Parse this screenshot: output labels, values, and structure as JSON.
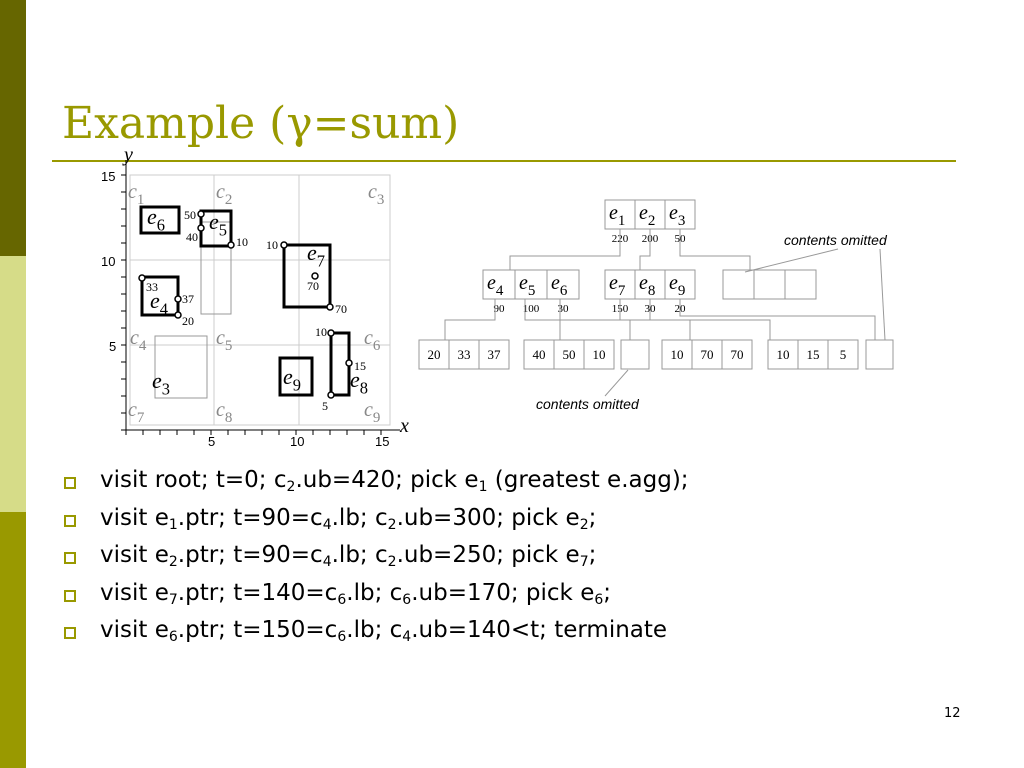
{
  "slide": {
    "title": "Example (γ=sum)",
    "page_number": "12",
    "colors": {
      "accent": "#999900",
      "band_dark": "#666600",
      "band_light": "#D6DC88",
      "grid": "#cccccc",
      "cell_label": "#888888"
    }
  },
  "grid_plot": {
    "axis_x": "x",
    "axis_y": "y",
    "x_ticks": [
      "5",
      "10",
      "15"
    ],
    "y_ticks": [
      "15",
      "10",
      "5"
    ],
    "cells": [
      "c1",
      "c2",
      "c3",
      "c4",
      "c5",
      "c6",
      "c7",
      "c8",
      "c9"
    ],
    "entries": [
      {
        "label": "e6",
        "points": [
          "50"
        ]
      },
      {
        "label": "e5",
        "points": [
          "40",
          "10"
        ]
      },
      {
        "label": "e7",
        "points": [
          "10",
          "70",
          "70"
        ]
      },
      {
        "label": "e4",
        "points": [
          "33",
          "37",
          "20"
        ]
      },
      {
        "label": "e3",
        "points": []
      },
      {
        "label": "e9",
        "points": []
      },
      {
        "label": "e8",
        "points": [
          "10",
          "15",
          "5"
        ]
      }
    ]
  },
  "tree": {
    "root": {
      "entries": [
        "e1",
        "e2",
        "e3"
      ],
      "aggs": [
        "220",
        "200",
        "50"
      ]
    },
    "level1": [
      {
        "entries": [
          "e4",
          "e5",
          "e6"
        ],
        "aggs": [
          "90",
          "100",
          "30"
        ]
      },
      {
        "entries": [
          "e7",
          "e8",
          "e9"
        ],
        "aggs": [
          "150",
          "30",
          "20"
        ]
      }
    ],
    "leaves": [
      [
        "20",
        "33",
        "37"
      ],
      [
        "40",
        "50",
        "10"
      ],
      [
        "10",
        "70",
        "70"
      ],
      [
        "10",
        "15",
        "5"
      ]
    ],
    "omitted_label_top": "contents omitted",
    "omitted_label_bottom": "contents omitted"
  },
  "bullets": [
    [
      {
        "t": "visit root; t=0; c"
      },
      {
        "s": "2"
      },
      {
        "t": ".ub=420; pick e"
      },
      {
        "s": "1"
      },
      {
        "t": " (greatest e.agg);"
      }
    ],
    [
      {
        "t": "visit e"
      },
      {
        "s": "1"
      },
      {
        "t": ".ptr; t=90=c"
      },
      {
        "s": "4"
      },
      {
        "t": ".lb; c"
      },
      {
        "s": "2"
      },
      {
        "t": ".ub=300; pick e"
      },
      {
        "s": "2"
      },
      {
        "t": ";"
      }
    ],
    [
      {
        "t": "visit e"
      },
      {
        "s": "2"
      },
      {
        "t": ".ptr; t=90=c"
      },
      {
        "s": "4"
      },
      {
        "t": ".lb; c"
      },
      {
        "s": "2"
      },
      {
        "t": ".ub=250; pick e"
      },
      {
        "s": "7"
      },
      {
        "t": ";"
      }
    ],
    [
      {
        "t": "visit e"
      },
      {
        "s": "7"
      },
      {
        "t": ".ptr; t=140=c"
      },
      {
        "s": "6"
      },
      {
        "t": ".lb; c"
      },
      {
        "s": "6"
      },
      {
        "t": ".ub=170; pick e"
      },
      {
        "s": "6"
      },
      {
        "t": ";"
      }
    ],
    [
      {
        "t": "visit e"
      },
      {
        "s": "6"
      },
      {
        "t": ".ptr; t=150=c"
      },
      {
        "s": "6"
      },
      {
        "t": ".lb; c"
      },
      {
        "s": "4"
      },
      {
        "t": ".ub=140<t; terminate"
      }
    ]
  ]
}
